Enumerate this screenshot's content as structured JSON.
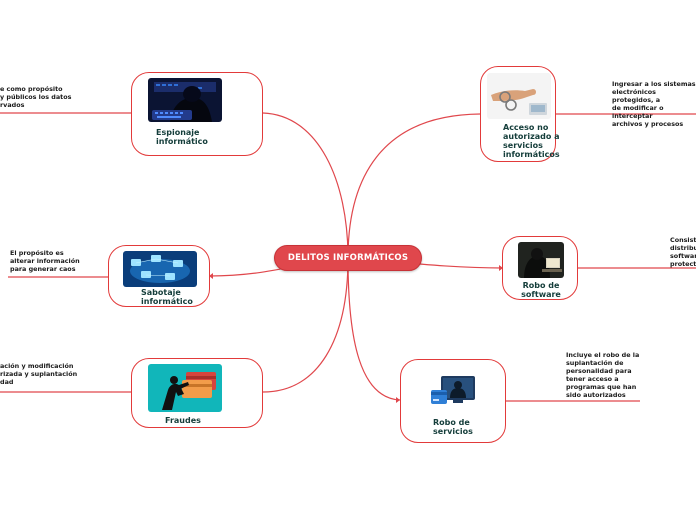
{
  "center": {
    "label": "DELITOS INFORMÁTICOS"
  },
  "ellipsis": "...",
  "nodes": {
    "espionaje": {
      "label": "Espionaje\ninformático"
    },
    "acceso": {
      "label": "Acceso no\nautorizado a\nservicios\ninformáticos"
    },
    "sabotaje": {
      "label": "Sabotaje\ninformático"
    },
    "software": {
      "label": "Robo de\nsoftware"
    },
    "fraudes": {
      "label": "Fraudes"
    },
    "servicios": {
      "label": "Robo de\nservicios"
    }
  },
  "notes": {
    "espionaje": "e como propósito\ny públicos los datos\nrvados",
    "acceso": "Ingresar a los sistemas\nelectrónicos protegidos, a\nde modificar o interceptar\narchivos y procesos",
    "sabotaje": "El propósito es\nalterar información\npara generar caos",
    "software": "Consiste\ndistribuir\nsoftware\nprotecti",
    "fraudes": "ación y modificación\nrizada y suplantación\ndad",
    "servicios": "Incluye el robo de la\nsuplantación de\npersonalidad para\ntener acceso a\nprogramas que han\nsido autorizados"
  },
  "colors": {
    "accent": "#e0474c",
    "border": "#e23a3a",
    "label": "#143d3a"
  }
}
